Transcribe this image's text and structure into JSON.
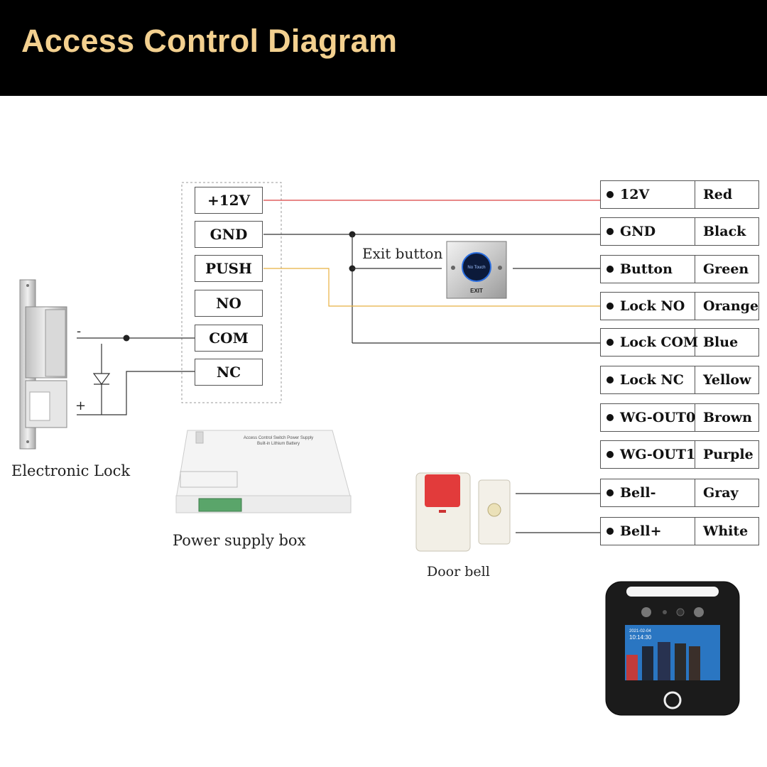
{
  "header": {
    "title": "Access Control Diagram"
  },
  "terminals": [
    {
      "label": "+12V"
    },
    {
      "label": "GND"
    },
    {
      "label": "PUSH"
    },
    {
      "label": "NO"
    },
    {
      "label": "COM"
    },
    {
      "label": "NC"
    }
  ],
  "pins": [
    {
      "name": "12V",
      "color": "Red"
    },
    {
      "name": "GND",
      "color": "Black"
    },
    {
      "name": "Button",
      "color": "Green"
    },
    {
      "name": "Lock NO",
      "color": "Orange"
    },
    {
      "name": "Lock COM",
      "color": "Blue"
    },
    {
      "name": "Lock NC",
      "color": "Yellow"
    },
    {
      "name": "WG-OUT0",
      "color": "Brown"
    },
    {
      "name": "WG-OUT1",
      "color": "Purple"
    },
    {
      "name": "Bell-",
      "color": "Gray"
    },
    {
      "name": "Bell+",
      "color": "White"
    }
  ],
  "labels": {
    "exit_button": "Exit button",
    "electronic_lock": "Electronic Lock",
    "power_supply": "Power supply box",
    "door_bell": "Door bell",
    "lock_minus": "-",
    "lock_plus": "+"
  },
  "exit_button_device": {
    "text": "No Touch",
    "caption": "EXIT"
  },
  "power_box_text": {
    "title": "Access Control Switch Power Supply",
    "subtitle": "Built-in Lithium Battery"
  },
  "terminal_device": {
    "date": "2021-02-04",
    "time": "10:14:30"
  },
  "colors": {
    "header_bg": "#000000",
    "header_text": "#f3d08f",
    "wire_12v": "#d94040",
    "wire_push": "#e8b040",
    "wire_default": "#333333"
  }
}
